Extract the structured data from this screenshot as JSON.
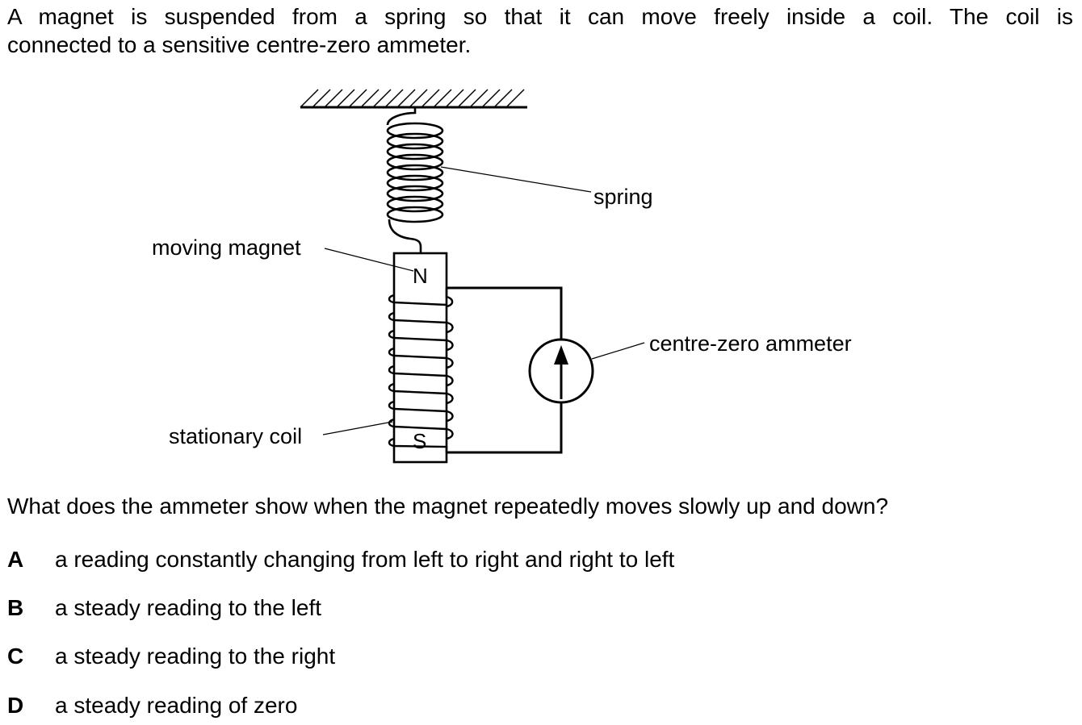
{
  "intro": {
    "line1": "A magnet is suspended from a spring so that it can move freely inside a coil. The coil is",
    "line2": "connected to a sensitive centre-zero ammeter."
  },
  "diagram": {
    "labels": {
      "spring": "spring",
      "moving_magnet": "moving magnet",
      "ammeter": "centre-zero ammeter",
      "coil": "stationary coil"
    },
    "poles": {
      "north": "N",
      "south": "S"
    }
  },
  "question": "What does the ammeter show when the magnet repeatedly moves slowly up and down?",
  "options": [
    {
      "letter": "A",
      "text": "a reading constantly changing from left to right and right to left"
    },
    {
      "letter": "B",
      "text": "a steady reading to the left"
    },
    {
      "letter": "C",
      "text": "a steady reading to the right"
    },
    {
      "letter": "D",
      "text": "a steady reading of zero"
    }
  ]
}
